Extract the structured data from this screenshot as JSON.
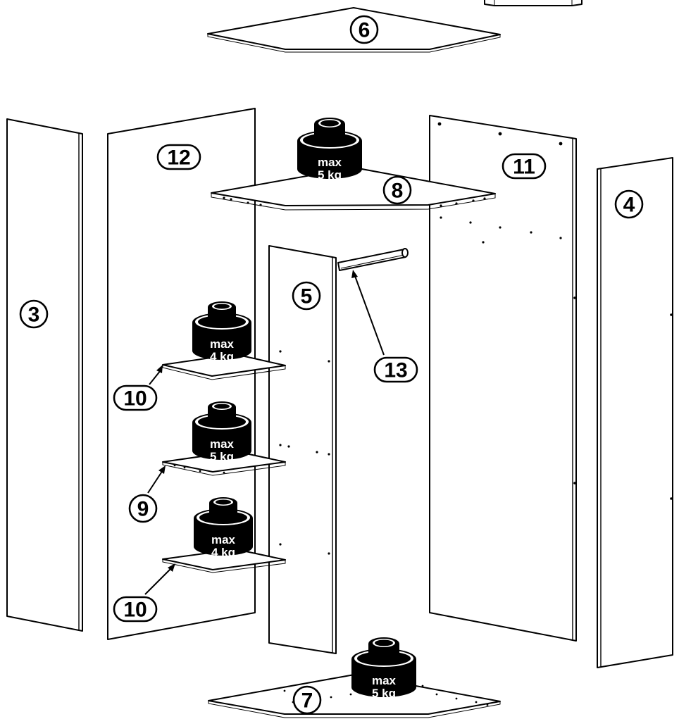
{
  "diagram": {
    "parts": {
      "p3": "3",
      "p4": "4",
      "p5": "5",
      "p6": "6",
      "p7": "7",
      "p8": "8",
      "p9": "9",
      "p10a": "10",
      "p10b": "10",
      "p11": "11",
      "p12": "12",
      "p13": "13"
    },
    "loads": {
      "shelf8": {
        "line1": "max",
        "line2": "5 kg"
      },
      "shelf10a": {
        "line1": "max",
        "line2": "4 kg"
      },
      "shelf9": {
        "line1": "max",
        "line2": "5 kg"
      },
      "shelf10b": {
        "line1": "max",
        "line2": "4 kg"
      },
      "bottom7": {
        "line1": "max",
        "line2": "5 kg"
      }
    }
  }
}
